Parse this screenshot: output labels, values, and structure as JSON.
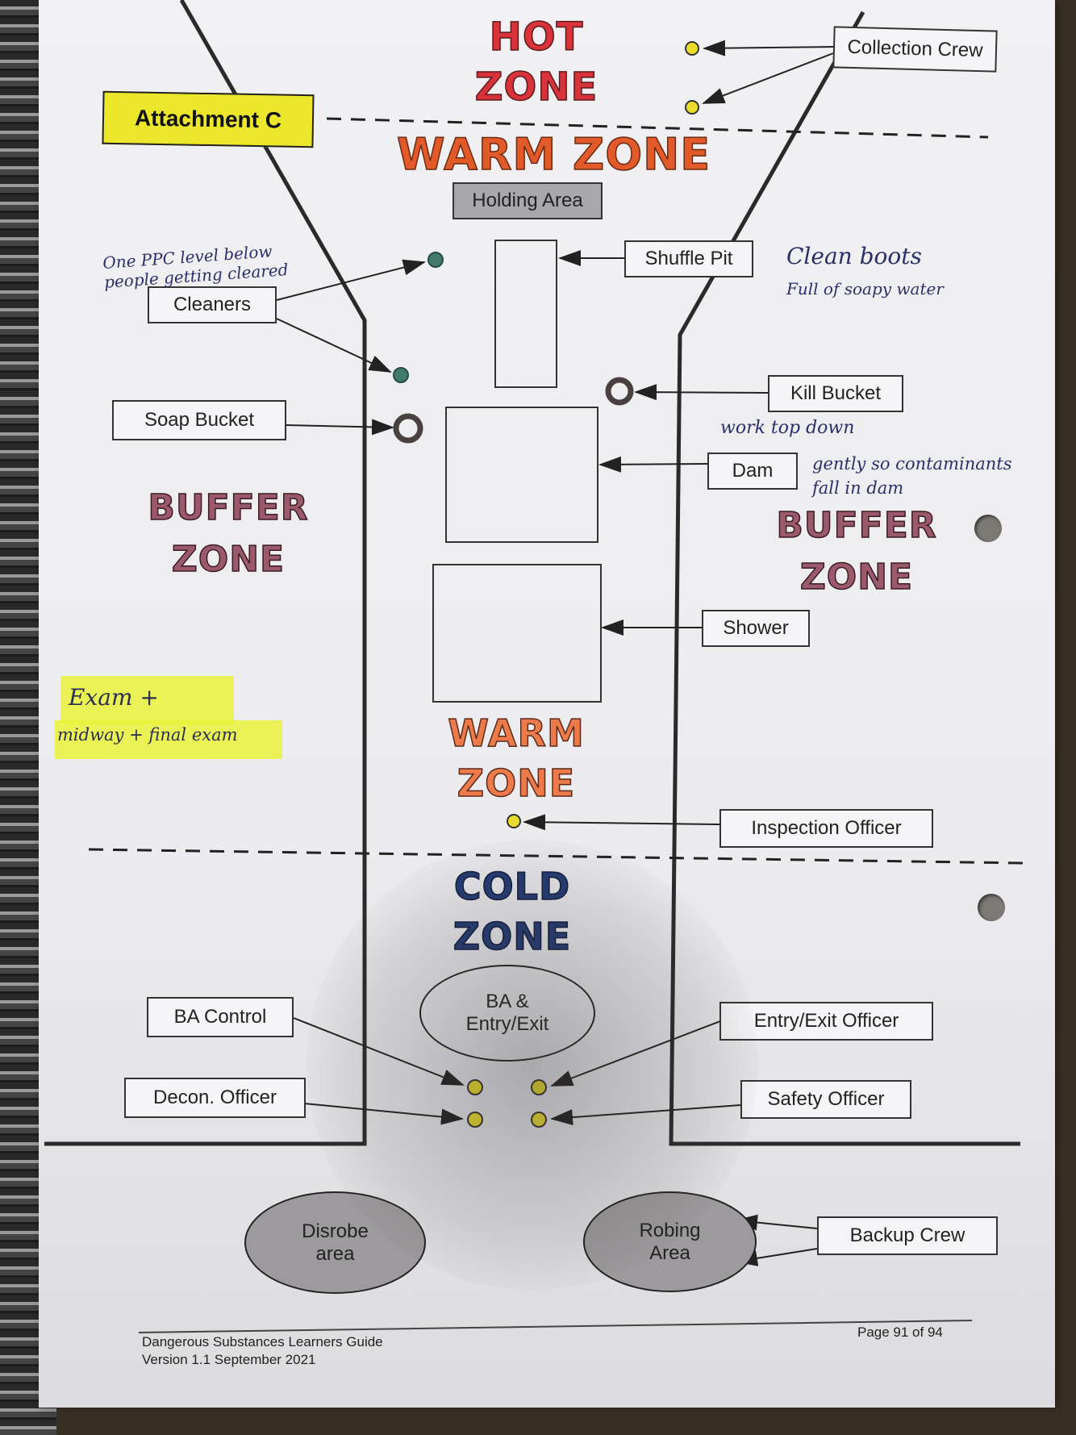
{
  "attachment_label": "Attachment C",
  "zones": {
    "hot": [
      "HOT",
      "ZONE"
    ],
    "warm_top": "WARM ZONE",
    "buffer_left": [
      "BUFFER",
      "ZONE"
    ],
    "buffer_right": [
      "BUFFER",
      "ZONE"
    ],
    "warm_bottom": [
      "WARM",
      "ZONE"
    ],
    "cold": [
      "COLD",
      "ZONE"
    ]
  },
  "boxes": {
    "collection_crew": "Collection Crew",
    "holding_area": "Holding Area",
    "shuffle_pit": "Shuffle Pit",
    "cleaners": "Cleaners",
    "kill_bucket": "Kill Bucket",
    "soap_bucket": "Soap Bucket",
    "dam": "Dam",
    "shower": "Shower",
    "inspection_officer": "Inspection Officer",
    "ba_control": "BA Control",
    "entry_exit_officer": "Entry/Exit Officer",
    "decon_officer": "Decon. Officer",
    "safety_officer": "Safety Officer",
    "backup_crew": "Backup Crew"
  },
  "ellipses": {
    "ba_entry_exit": [
      "BA &",
      "Entry/Exit"
    ],
    "disrobe_area": [
      "Disrobe",
      "area"
    ],
    "robing_area": [
      "Robing",
      "Area"
    ]
  },
  "handwritten": {
    "ppc_note": [
      "One PPC level below",
      "people getting cleared"
    ],
    "clean_boots": [
      "Clean boots",
      "Full of soapy water"
    ],
    "work_top_down": "work top down",
    "gently_note": [
      "gently so contaminants",
      "fall in dam"
    ],
    "exam_note": [
      "Exam +",
      "midway + final exam"
    ]
  },
  "footer": {
    "guide_title": "Dangerous Substances Learners Guide",
    "version": "Version 1.1 September 2021",
    "page": "Page 91 of 94"
  },
  "colors": {
    "highlight_yellow": "#e9f23a",
    "attachment_yellow": "#ece72a",
    "marker_yellow": "#e9dc2c",
    "marker_teal": "#3f7a6a"
  }
}
